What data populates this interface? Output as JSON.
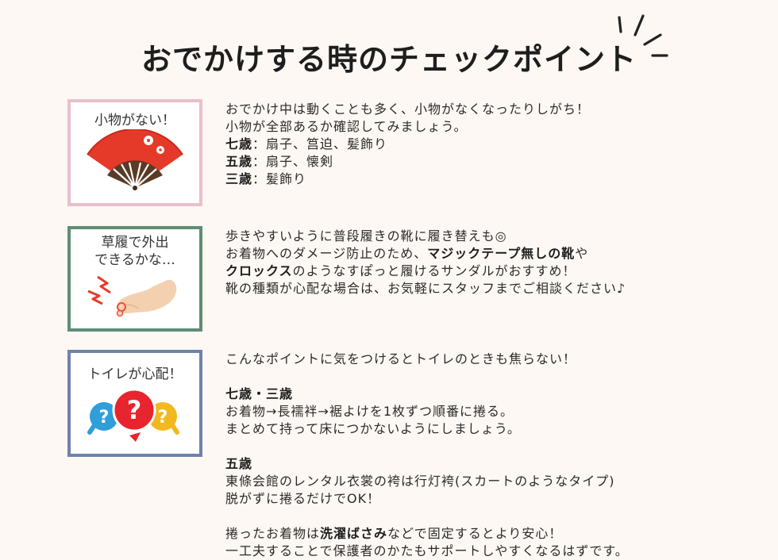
{
  "title": "おでかけする時のチェックポイント",
  "sections": [
    {
      "card_label": "小物がない！",
      "icon": "folding-fan-icon",
      "accent": "#e8bfcd",
      "lines": [
        {
          "text": "おでかけ中は動くことも多く、小物がなくなったりしがち！"
        },
        {
          "text": "小物が全部あるか確認してみましょう。"
        },
        {
          "head": "七歳",
          "text": "：扇子、筥迫、髪飾り"
        },
        {
          "head": "五歳",
          "text": "：扇子、懐剣"
        },
        {
          "head": "三歳",
          "text": "：髪飾り"
        }
      ]
    },
    {
      "card_label": "草履で外出\nできるかな…",
      "icon": "sore-foot-icon",
      "accent": "#5e8e75",
      "line1": "歩きやすいように普段履きの靴に履き替えも◎",
      "line2_a": "お着物へのダメージ防止のため、",
      "line2_b": "マジックテープ無しの靴",
      "line2_c": "や",
      "line3_a": "クロックス",
      "line3_b": "のようなすぽっと履けるサンダルがおすすめ！",
      "line4": "靴の種類が心配な場合は、お気軽にスタッフまでご相談ください♪"
    },
    {
      "card_label": "トイレが心配！",
      "icon": "question-bubbles-icon",
      "accent": "#6f82ab",
      "intro": "こんなポイントに気をつけるとトイレのときも焦らない！",
      "head_a": "七歳・三歳",
      "a_line1": "お着物→長襦袢→裾よけを1枚ずつ順番に捲る。",
      "a_line2": "まとめて持って床につかないようにしましょう。",
      "head_b": "五歳",
      "b_line1": "東條会館のレンタル衣裳の袴は行灯袴(スカートのようなタイプ)",
      "b_line2": "脱がずに捲るだけでOK！",
      "c_line1_a": "捲ったお着物は",
      "c_line1_b": "洗濯ばさみ",
      "c_line1_c": "などで固定するとより安心！",
      "c_line2": "一工夫することで保護者のかたもサポートしやすくなるはずです。"
    }
  ]
}
